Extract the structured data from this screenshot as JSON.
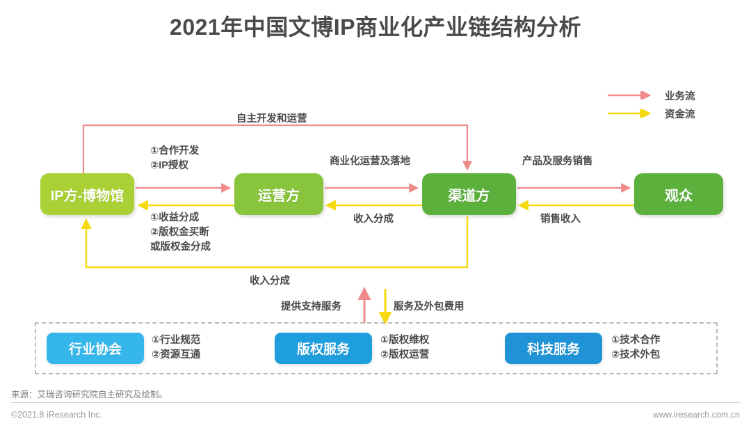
{
  "title": "2021年中国文博IP商业化产业链结构分析",
  "legend": {
    "items": [
      {
        "label": "业务流",
        "color": "#ef8b8b",
        "icon": "arrow-right-icon"
      },
      {
        "label": "资金流",
        "color": "#f5d911",
        "icon": "arrow-right-icon"
      }
    ]
  },
  "nodes": [
    {
      "id": "ip",
      "label": "IP方-博物馆",
      "color": "#a9d135"
    },
    {
      "id": "operator",
      "label": "运营方",
      "color": "#88c53c"
    },
    {
      "id": "channel",
      "label": "渠道方",
      "color": "#5cb03c"
    },
    {
      "id": "audience",
      "label": "观众",
      "color": "#5cb03c"
    }
  ],
  "flow_labels": {
    "self_develop": "自主开发和运营",
    "ip_to_operator": {
      "line1": "①合作开发",
      "line2": "②IP授权"
    },
    "operator_to_channel": "商业化运营及落地",
    "channel_to_audience": "产品及服务销售",
    "operator_to_ip": {
      "line1": "①收益分成",
      "line2": "②版权金买断",
      "line3": "或版权金分成"
    },
    "channel_to_operator": "收入分成",
    "audience_to_channel": "销售收入",
    "channel_to_ip": "收入分成",
    "support_up": "提供支持服务",
    "support_down": "服务及外包费用"
  },
  "support_services": [
    {
      "name": "行业协会",
      "color": "#36b7ec",
      "items": [
        "①行业规范",
        "②资源互通"
      ]
    },
    {
      "name": "版权服务",
      "color": "#1f9ede",
      "items": [
        "①版权维权",
        "②版权运营"
      ]
    },
    {
      "name": "科技服务",
      "color": "#1f93d6",
      "items": [
        "①技术合作",
        "②技术外包"
      ]
    }
  ],
  "footer": {
    "source": "来源：艾瑞咨询研究院自主研究及绘制。",
    "copyright": "©2021.8 iResearch Inc.",
    "website": "www.iresearch.com.cn"
  },
  "colors": {
    "business_flow": "#ef8b8b",
    "capital_flow": "#f5d911",
    "text": "#4a4a4a"
  }
}
